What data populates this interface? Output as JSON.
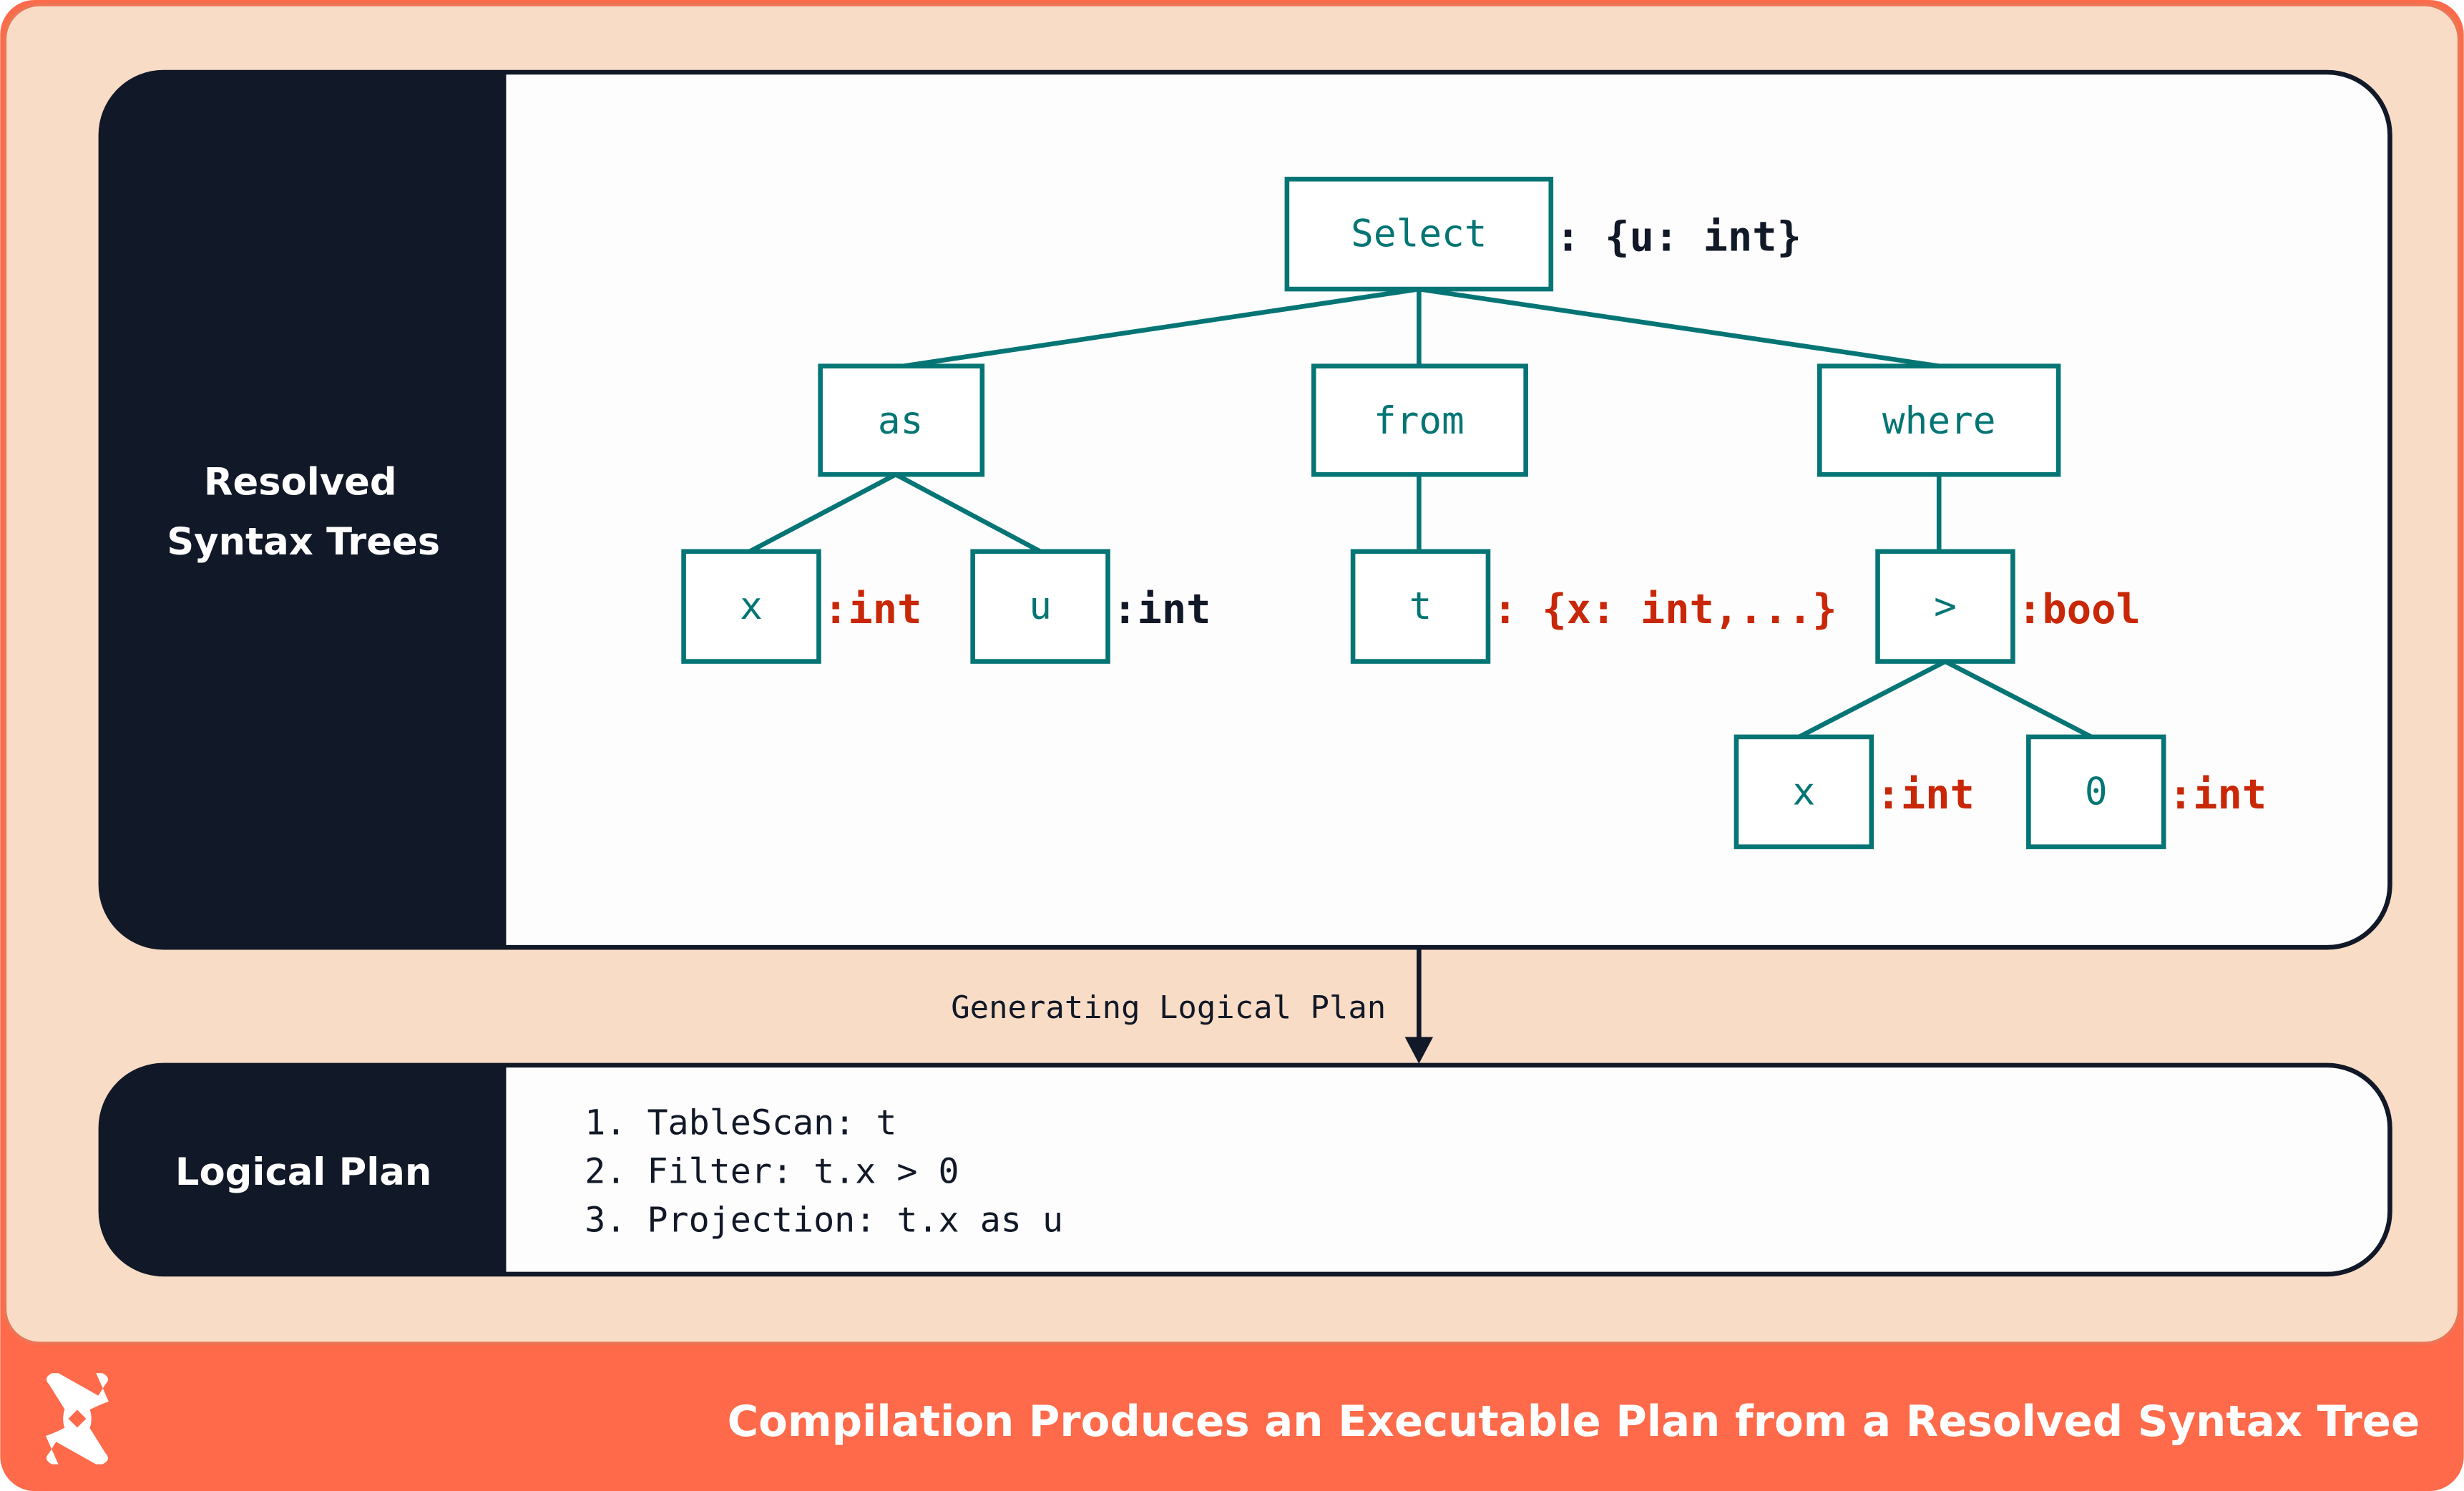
{
  "colors": {
    "background": "#F9DCC6",
    "accent": "#FF6A4A",
    "dark": "#111827",
    "node": "#047574",
    "type_red": "#C82808",
    "type_dark": "#111827"
  },
  "sections": {
    "syntax_trees": {
      "label_line1": "Resolved",
      "label_line2": "Syntax Trees"
    },
    "logical_plan": {
      "label": "Logical Plan",
      "steps": [
        "1. TableScan: t",
        "2. Filter: t.x > 0",
        "3. Projection: t.x as u"
      ]
    }
  },
  "tree": {
    "nodes": {
      "select": "Select",
      "as": "as",
      "from": "from",
      "where": "where",
      "x1": "x",
      "u": "u",
      "t": "t",
      "gt": ">",
      "x2": "x",
      "zero": "0"
    },
    "annotations": {
      "select": ": {u: int}",
      "x1": ":int",
      "u": ":int",
      "t": ": {x: int,...}",
      "gt": ":bool",
      "x2": ":int",
      "zero": ":int"
    }
  },
  "arrow_label": "Generating Logical Plan",
  "footer": {
    "caption": "Compilation Produces an Executable Plan from a Resolved Syntax Tree",
    "logo": "x-logo-icon"
  }
}
